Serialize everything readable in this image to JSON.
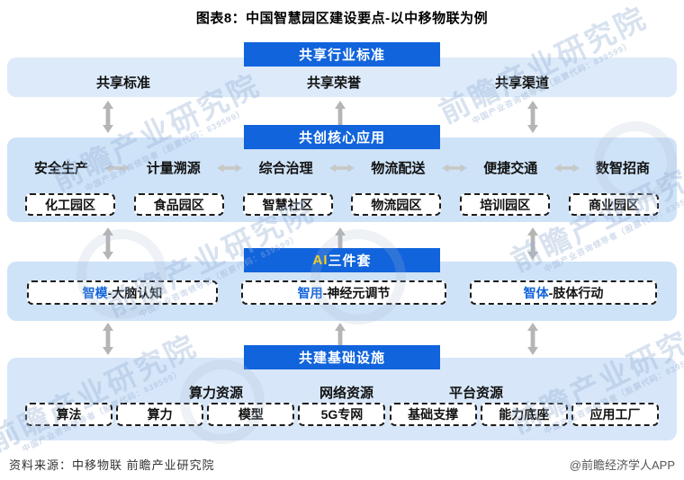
{
  "title": "图表8：中国智慧园区建设要点-以中移物联为例",
  "colors": {
    "header_bg": "#1164dc",
    "band_light": "#dceafa",
    "band_mid": "#cfe3f8",
    "band_light2": "#d7e7f9",
    "accent_yellow": "#ffd400",
    "arrow_gray": "#b5b5b5",
    "harrow_gray": "#c8c8c8"
  },
  "sections": {
    "standards": {
      "header": "共享行业标准",
      "items": [
        "共享标准",
        "共享荣誉",
        "共享渠道"
      ]
    },
    "applications": {
      "header": "共创核心应用",
      "apps": [
        "安全生产",
        "计量溯源",
        "综合治理",
        "物流配送",
        "便捷交通",
        "数智招商"
      ],
      "parks": [
        "化工园区",
        "食品园区",
        "智慧社区",
        "物流园区",
        "培训园区",
        "商业园区"
      ]
    },
    "ai": {
      "header_prefix": "AI",
      "header_suffix": "三件套",
      "items": [
        {
          "highlight": "智模",
          "rest": "-大脑认知"
        },
        {
          "highlight": "智用",
          "rest": "-神经元调节"
        },
        {
          "highlight": "智体",
          "rest": "-肢体行动"
        }
      ]
    },
    "infrastructure": {
      "header": "共建基础设施",
      "groups": [
        "算力资源",
        "网络资源",
        "平台资源"
      ],
      "boxes": [
        "算法",
        "算力",
        "模型",
        "5G专网",
        "基础支撑",
        "能力底座",
        "应用工厂"
      ]
    }
  },
  "footer": {
    "source": "资料来源：中移物联 前瞻产业研究院",
    "credit": "@前瞻经济学人APP"
  },
  "watermark": {
    "text": "前瞻产业研究院",
    "sub": "中国产业咨询领导者（股票代码：839599）"
  }
}
